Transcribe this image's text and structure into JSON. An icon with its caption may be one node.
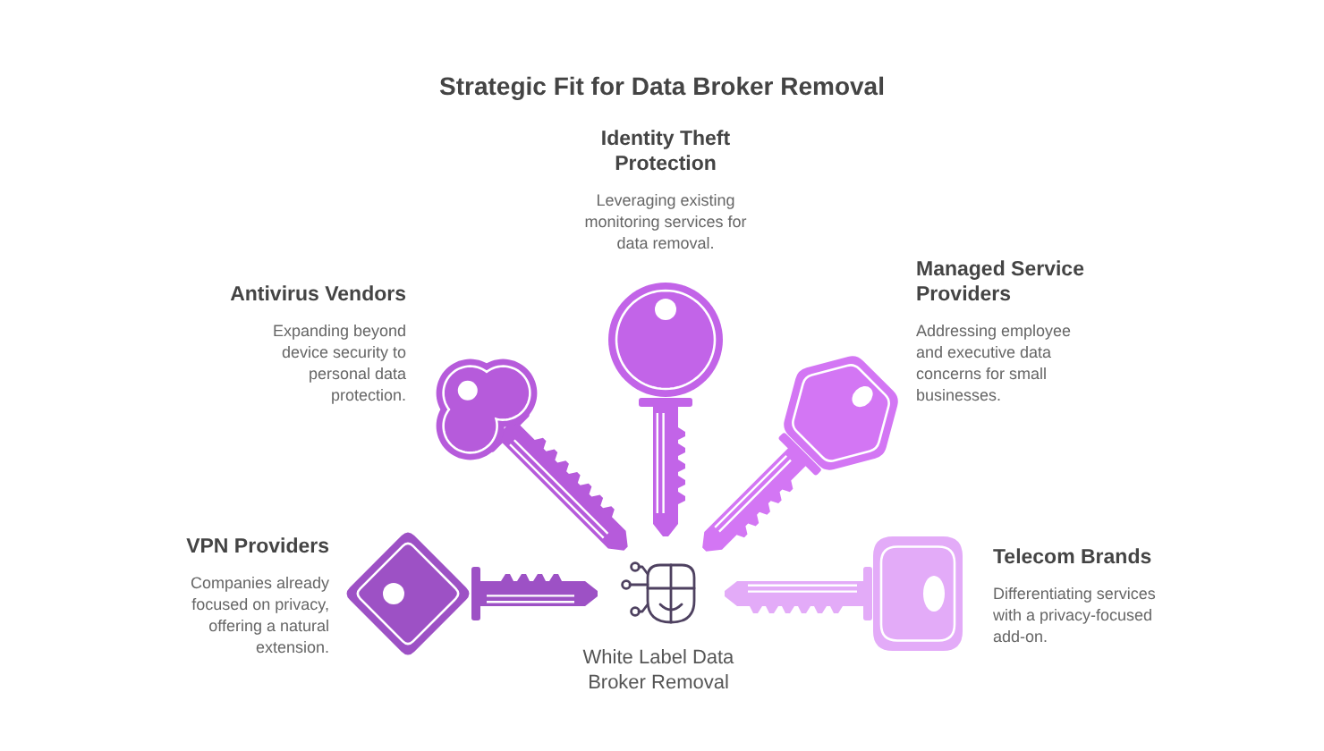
{
  "diagram": {
    "title": "Strategic Fit for Data Broker Removal",
    "nodes": [
      {
        "text": [],
        "shape": "key",
        "beside": [
          "Identity Theft Protection",
          "Leveraging existing monitoring services for data removal."
        ]
      },
      {
        "text": [],
        "shape": "key",
        "beside": [
          "Antivirus Vendors",
          "Expanding beyond device security to personal data protection."
        ]
      },
      {
        "text": [],
        "shape": "key",
        "beside": [
          "Managed Service Providers",
          "Addressing employee and executive data concerns for small businesses."
        ]
      },
      {
        "text": [],
        "shape": "key",
        "beside": [
          "VPN Providers",
          "Companies already focused on privacy, offering a natural extension."
        ]
      },
      {
        "text": [
          "White Label Data Broker Removal"
        ]
      },
      {
        "text": [],
        "shape": "key",
        "beside": [
          "Telecom Brands",
          "Differentiating services with a privacy-focused add-on."
        ]
      }
    ]
  }
}
